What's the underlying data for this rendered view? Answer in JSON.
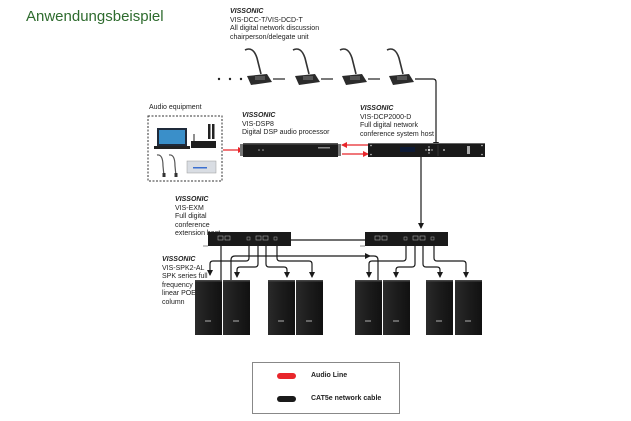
{
  "title": "Anwendungsbeispiel",
  "colors": {
    "title": "#2e6b2e",
    "audio_line": "#e8262b",
    "network_cable": "#1a1a1a"
  },
  "devices": {
    "discussion_unit": {
      "brand": "VISSONIC",
      "model": "VIS-DCC-T/VIS-DCD-T",
      "desc_lines": [
        "All digital network discussion",
        "chairperson/delegate unit"
      ],
      "count_shown": 4,
      "ellipsis": "· · ·"
    },
    "audio_equipment": {
      "label": "Audio equipment",
      "items": [
        "laptop-icon",
        "wireless-mic-receiver-icon",
        "gooseneck-mic-icon",
        "gooseneck-mic-icon",
        "mixer-icon"
      ]
    },
    "dsp": {
      "brand": "VISSONIC",
      "model": "VIS-DSP8",
      "desc_lines": [
        "Digital DSP audio processor"
      ]
    },
    "host": {
      "brand": "VISSONIC",
      "model": "VIS-DCP2000-D",
      "desc_lines": [
        "Full digital network",
        "conference system host"
      ]
    },
    "extension": {
      "brand": "VISSONIC",
      "model": "VIS-EXM",
      "desc_lines": [
        "Full digital",
        "conference",
        "extension host"
      ],
      "count_shown": 2
    },
    "speaker": {
      "brand": "VISSONIC",
      "model": "VIS-SPK2-AL",
      "desc_lines": [
        "SPK series full",
        "frequency",
        "linear POE",
        "column"
      ],
      "count_shown": 8
    }
  },
  "legend": {
    "items": [
      {
        "label": "Audio Line",
        "color": "#e8262b"
      },
      {
        "label": "CAT5e network cable",
        "color": "#1a1a1a"
      }
    ]
  }
}
